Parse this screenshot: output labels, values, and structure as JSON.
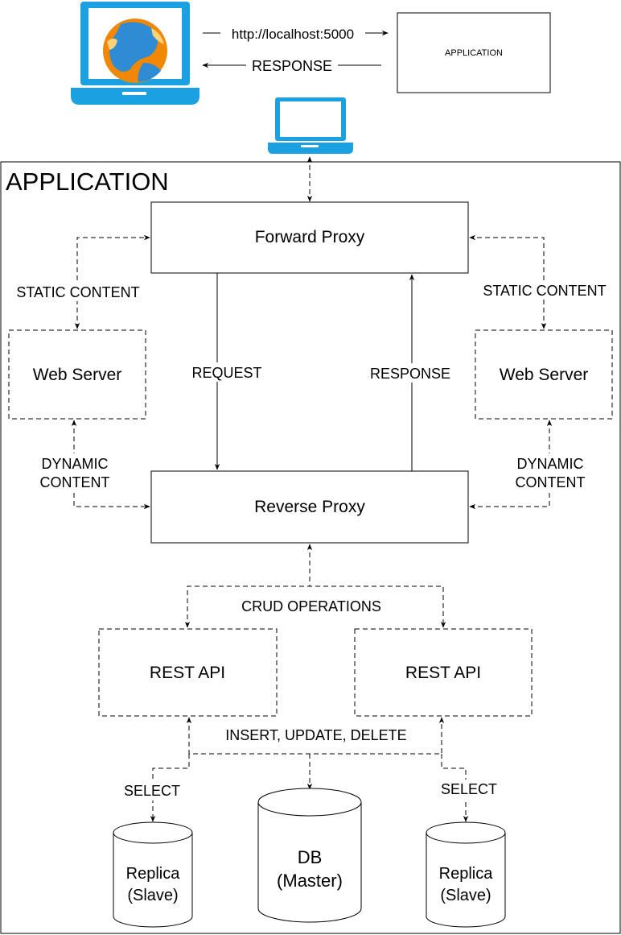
{
  "client": {
    "url_label": "http://localhost:5000",
    "response_label": "RESPONSE",
    "app_box_label": "APPLICATION"
  },
  "app": {
    "title": "APPLICATION",
    "forward_proxy": "Forward Proxy",
    "reverse_proxy": "Reverse Proxy",
    "request_label": "REQUEST",
    "response_label": "RESPONSE",
    "static_left": "STATIC CONTENT",
    "static_right": "STATIC CONTENT",
    "web_server_left": "Web Server",
    "web_server_right": "Web Server",
    "dynamic_left_1": "DYNAMIC",
    "dynamic_left_2": "CONTENT",
    "dynamic_right_1": "DYNAMIC",
    "dynamic_right_2": "CONTENT",
    "crud": "CRUD OPERATIONS",
    "rest_left": "REST API",
    "rest_right": "REST API",
    "iud": "INSERT, UPDATE, DELETE",
    "select_left": "SELECT",
    "select_right": "SELECT",
    "replica_left_1": "Replica",
    "replica_left_2": "(Slave)",
    "db_1": "DB",
    "db_2": "(Master)",
    "replica_right_1": "Replica",
    "replica_right_2": "(Slave)"
  },
  "colors": {
    "laptop": "#1BA1E2",
    "globe_orange": "#F08705",
    "globe_blue": "#2F8BD3"
  },
  "icons": [
    "laptop-globe-icon",
    "laptop-icon"
  ]
}
